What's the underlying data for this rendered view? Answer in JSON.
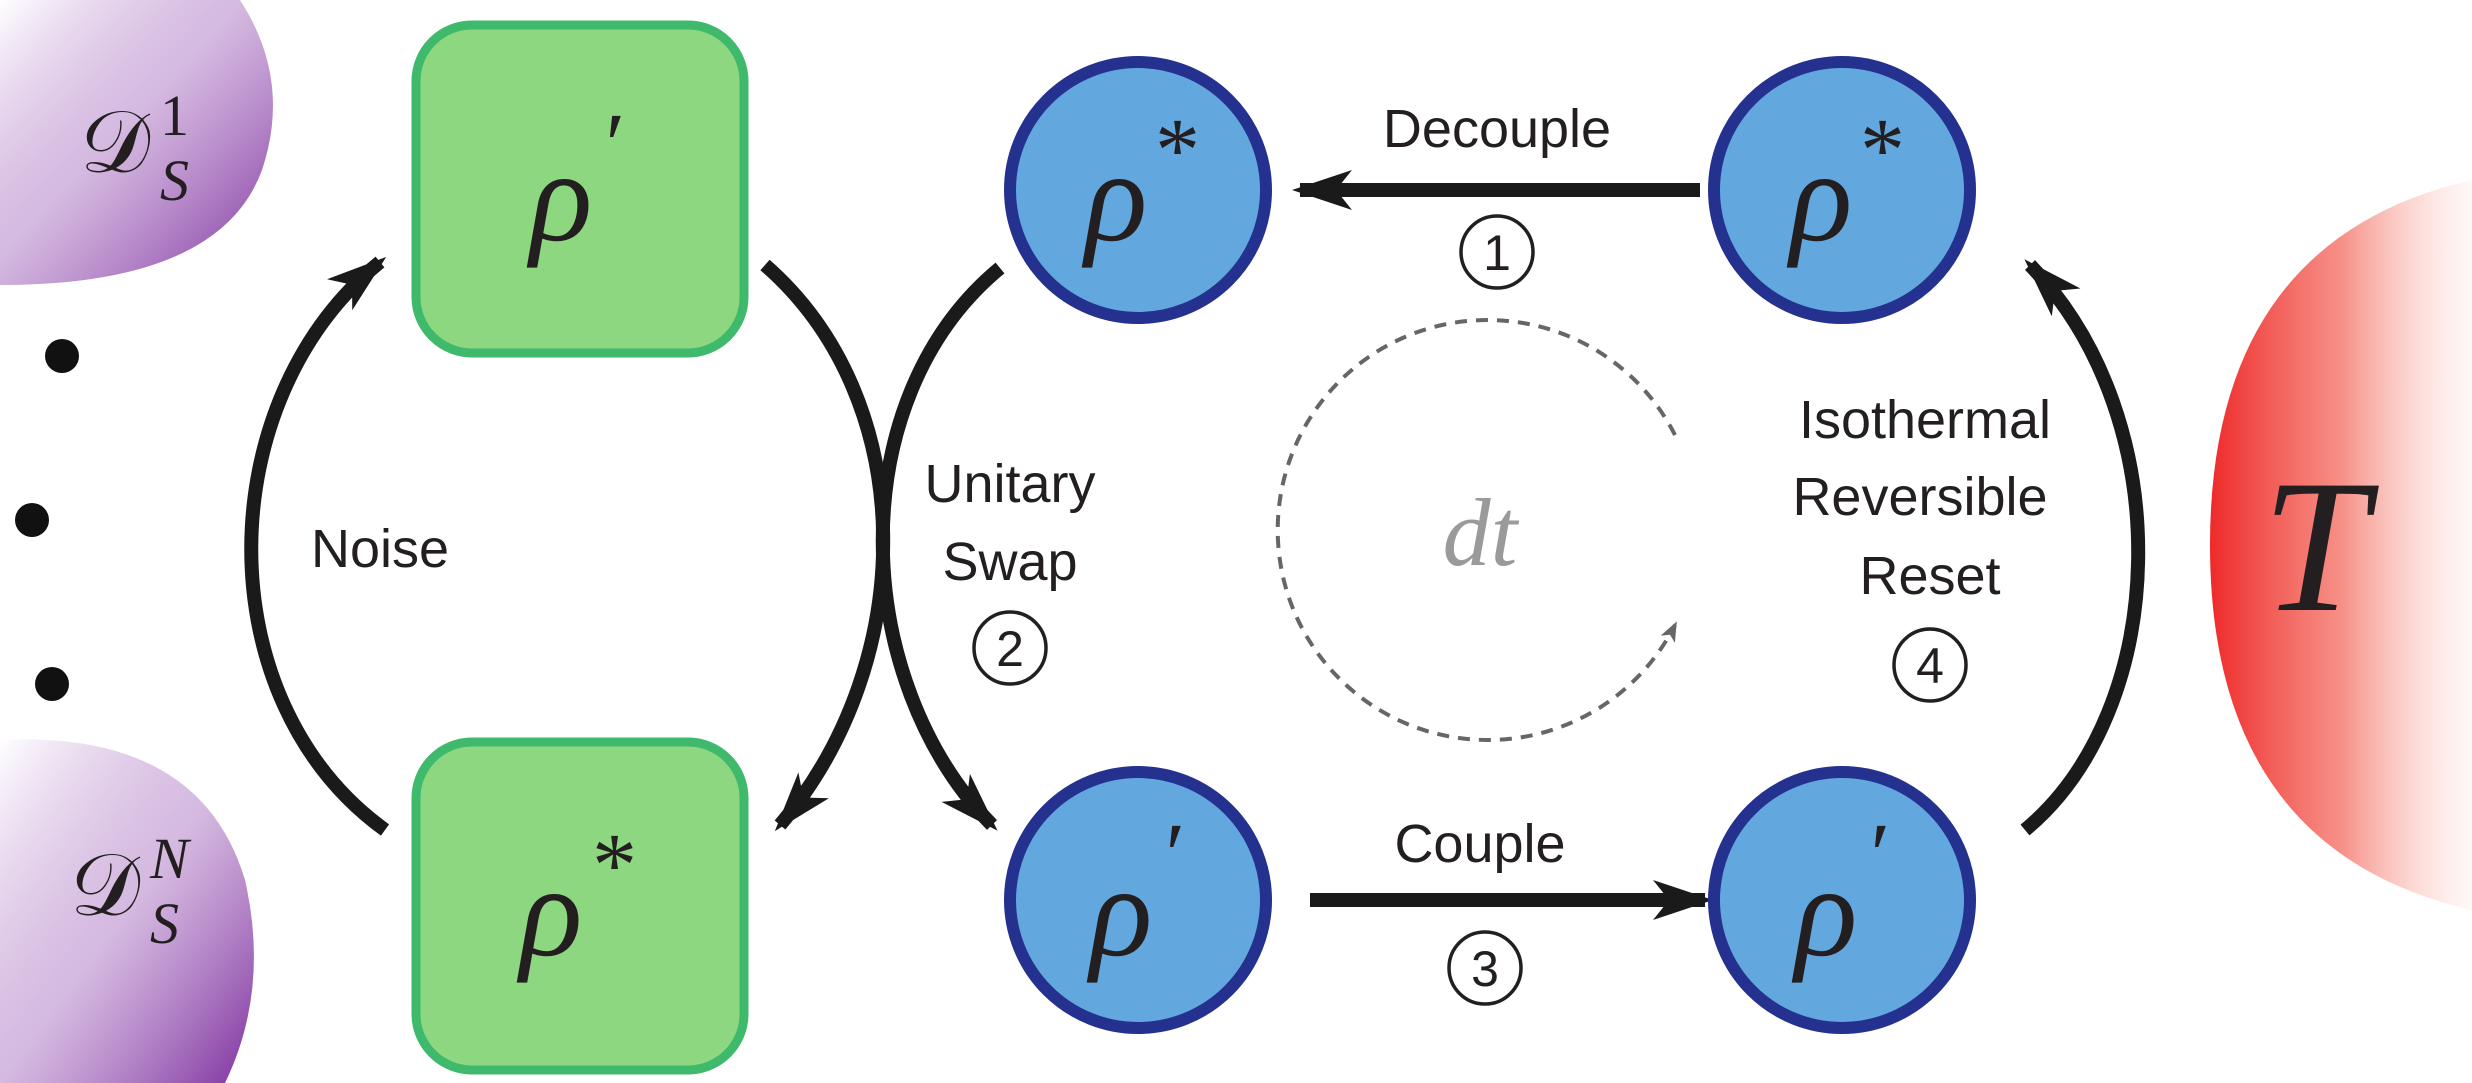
{
  "states": {
    "green_top": "ρ",
    "green_top_sup": "′",
    "green_bottom": "ρ",
    "green_bottom_sup": "*",
    "blue_top_left": "ρ",
    "blue_top_left_sup": "*",
    "blue_top_right": "ρ",
    "blue_top_right_sup": "*",
    "blue_bottom_left": "ρ",
    "blue_bottom_left_sup": "′",
    "blue_bottom_right": "ρ",
    "blue_bottom_right_sup": "′"
  },
  "steps": {
    "decouple": "Decouple",
    "decouple_num": "1",
    "swap_line1": "Unitary",
    "swap_line2": "Swap",
    "swap_num": "2",
    "couple": "Couple",
    "couple_num": "3",
    "reset_line1": "Isothermal",
    "reset_line2": "Reversible",
    "reset_line3": "Reset",
    "reset_num": "4",
    "noise": "Noise"
  },
  "center": {
    "dt": "dt"
  },
  "reservoirs": {
    "detector_top_base": "𝒟",
    "detector_top_sub": "S",
    "detector_top_sup": "1",
    "detector_bottom_base": "𝒟",
    "detector_bottom_sub": "S",
    "detector_bottom_sup": "N",
    "bath_temperature": "T"
  },
  "colors": {
    "green_fill": "#8dd780",
    "green_stroke": "#3fb96b",
    "blue_fill": "#62a8df",
    "blue_stroke": "#25318f",
    "arrow": "#1a1a1a",
    "dashed": "#666666",
    "purple": "#8e44ad",
    "red": "#ef3b3b"
  }
}
